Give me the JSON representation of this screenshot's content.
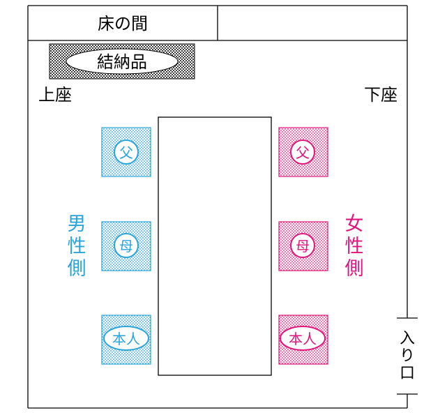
{
  "alcove": {
    "label": "床の間"
  },
  "betrothal_gifts": {
    "label": "結納品"
  },
  "seats": {
    "upper_label": "上座",
    "lower_label": "下座"
  },
  "entrance": {
    "chars": [
      "入",
      "り",
      "口"
    ]
  },
  "male_side": {
    "chars": [
      "男",
      "性",
      "側"
    ],
    "color": "#29a3dc",
    "people": [
      {
        "label": "父"
      },
      {
        "label": "母"
      },
      {
        "label": "本人"
      }
    ]
  },
  "female_side": {
    "chars": [
      "女",
      "性",
      "側"
    ],
    "color": "#e0147c",
    "people": [
      {
        "label": "父"
      },
      {
        "label": "母"
      },
      {
        "label": "本人"
      }
    ]
  }
}
